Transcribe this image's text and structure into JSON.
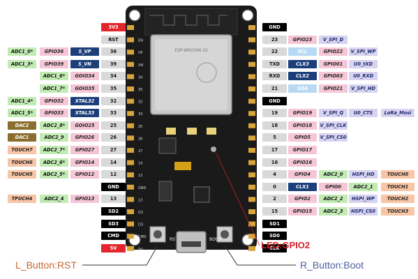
{
  "colors": {
    "power_red": "#e3262b",
    "ground_black": "#000000",
    "pin_gray": "#d9d9d9",
    "gpio_pink": "#f5c6d6",
    "adc_green": "#c2ebb4",
    "touch_orange": "#f8c5a6",
    "spi_lav": "#d8d3f0",
    "dac_brown": "#8b6e2f",
    "pin_navy": "#1c3f7a",
    "blue_light": "#b9d9f2",
    "white": "#ffffff",
    "board_black": "#1a1a1a",
    "led_red": "#d61f26"
  },
  "left_rows": [
    {
      "pin": "3V3",
      "pin_style": "power",
      "labels": []
    },
    {
      "pin": "RST",
      "pin_style": "gray",
      "labels": []
    },
    {
      "pin": "36",
      "pin_style": "gray",
      "labels": [
        {
          "t": "ADC1_0*",
          "s": "adc"
        },
        {
          "t": "GPIO36",
          "s": "gpio"
        },
        {
          "t": "S_VP",
          "s": "navy"
        }
      ]
    },
    {
      "pin": "39",
      "pin_style": "gray",
      "labels": [
        {
          "t": "ADC1_3*",
          "s": "adc"
        },
        {
          "t": "GPIO39",
          "s": "gpio"
        },
        {
          "t": "S_VN",
          "s": "navy"
        }
      ]
    },
    {
      "pin": "34",
      "pin_style": "gray",
      "labels": [
        {
          "t": "ADC1_6*",
          "s": "adc"
        },
        {
          "t": "GOIO34",
          "s": "gpio"
        }
      ]
    },
    {
      "pin": "35",
      "pin_style": "gray",
      "labels": [
        {
          "t": "ADC1_7*",
          "s": "adc"
        },
        {
          "t": "GOIO35",
          "s": "gpio"
        }
      ]
    },
    {
      "pin": "32",
      "pin_style": "gray",
      "labels": [
        {
          "t": "ADC1_4*",
          "s": "adc"
        },
        {
          "t": "GPIO32",
          "s": "gpio"
        },
        {
          "t": "XTAL32",
          "s": "navy"
        }
      ]
    },
    {
      "pin": "33",
      "pin_style": "gray",
      "labels": [
        {
          "t": "ADC1_5*",
          "s": "adc"
        },
        {
          "t": "GPIO33",
          "s": "gpio"
        },
        {
          "t": "XTAL33",
          "s": "navy"
        }
      ]
    },
    {
      "pin": "25",
      "pin_style": "gray",
      "labels": [
        {
          "t": "DAC2",
          "s": "dac"
        },
        {
          "t": "ADC2_8*",
          "s": "adc"
        },
        {
          "t": "GOIO25",
          "s": "gpio"
        }
      ]
    },
    {
      "pin": "26",
      "pin_style": "gray",
      "labels": [
        {
          "t": "DAC1",
          "s": "dac"
        },
        {
          "t": "ADC2_9",
          "s": "adc"
        },
        {
          "t": "GPIO26",
          "s": "gpio"
        }
      ]
    },
    {
      "pin": "27",
      "pin_style": "gray",
      "labels": [
        {
          "t": "TOUCH7",
          "s": "touch"
        },
        {
          "t": "ADC2_7*",
          "s": "adc"
        },
        {
          "t": "GPIO27",
          "s": "gpio"
        }
      ]
    },
    {
      "pin": "14",
      "pin_style": "gray",
      "labels": [
        {
          "t": "TOUCH6",
          "s": "touch"
        },
        {
          "t": "ADC2_6*",
          "s": "adc"
        },
        {
          "t": "GPIO14",
          "s": "gpio"
        }
      ]
    },
    {
      "pin": "12",
      "pin_style": "gray",
      "labels": [
        {
          "t": "TOUCH5",
          "s": "touch"
        },
        {
          "t": "ADC2_5*",
          "s": "adc"
        },
        {
          "t": "GPIO12",
          "s": "gpio"
        }
      ]
    },
    {
      "pin": "GND",
      "pin_style": "ground",
      "labels": []
    },
    {
      "pin": "13",
      "pin_style": "gray",
      "labels": [
        {
          "t": "TPUCH4",
          "s": "touch"
        },
        {
          "t": "ADC2_4",
          "s": "adc"
        },
        {
          "t": "GPIO13",
          "s": "gpio"
        }
      ]
    },
    {
      "pin": "SD2",
      "pin_style": "ground",
      "labels": []
    },
    {
      "pin": "SD3",
      "pin_style": "ground",
      "labels": []
    },
    {
      "pin": "CMD",
      "pin_style": "ground",
      "labels": []
    },
    {
      "pin": "5V",
      "pin_style": "power",
      "labels": []
    }
  ],
  "right_rows": [
    {
      "pin": "GND",
      "pin_style": "ground",
      "labels": []
    },
    {
      "pin": "23",
      "pin_style": "gray",
      "labels": [
        {
          "t": "GPIO23",
          "s": "gpio"
        },
        {
          "t": "V_SPI_D",
          "s": "spi"
        }
      ]
    },
    {
      "pin": "22",
      "pin_style": "gray",
      "labels": [
        {
          "t": "SCL",
          "s": "bluelight"
        },
        {
          "t": "GPIO22",
          "s": "gpio"
        },
        {
          "t": "V_SPI_WP",
          "s": "spi"
        }
      ]
    },
    {
      "pin": "TXD",
      "pin_style": "gray",
      "labels": [
        {
          "t": "CLX3",
          "s": "navy"
        },
        {
          "t": "GPIO01",
          "s": "gpio"
        },
        {
          "t": "U0_tXD",
          "s": "spi"
        }
      ]
    },
    {
      "pin": "RXD",
      "pin_style": "gray",
      "labels": [
        {
          "t": "CLX2",
          "s": "navy"
        },
        {
          "t": "GPIO03",
          "s": "gpio"
        },
        {
          "t": "U0_RXD",
          "s": "spi"
        }
      ]
    },
    {
      "pin": "21",
      "pin_style": "gray",
      "labels": [
        {
          "t": "SDA",
          "s": "bluelight"
        },
        {
          "t": "GPIO21",
          "s": "gpio"
        },
        {
          "t": "V_SPI_HD",
          "s": "spi"
        }
      ]
    },
    {
      "pin": "GND",
      "pin_style": "ground",
      "labels": []
    },
    {
      "pin": "19",
      "pin_style": "gray",
      "labels": [
        {
          "t": "GPIO19",
          "s": "gpio"
        },
        {
          "t": "V_SPI_Q",
          "s": "spi"
        },
        {
          "t": "U0_CTS",
          "s": "spi"
        },
        {
          "t": "LoRa_Mosi",
          "s": "spi"
        }
      ]
    },
    {
      "pin": "18",
      "pin_style": "gray",
      "labels": [
        {
          "t": "GPIO18",
          "s": "gpio"
        },
        {
          "t": "V_SPI_CLK",
          "s": "spi"
        }
      ]
    },
    {
      "pin": "5",
      "pin_style": "gray",
      "labels": [
        {
          "t": "GPIO5",
          "s": "gpio"
        },
        {
          "t": "V_SPI_CS0",
          "s": "spi"
        }
      ]
    },
    {
      "pin": "17",
      "pin_style": "gray",
      "labels": [
        {
          "t": "GPIO17",
          "s": "gpio"
        }
      ]
    },
    {
      "pin": "16",
      "pin_style": "gray",
      "labels": [
        {
          "t": "GPIO16",
          "s": "gpio"
        }
      ]
    },
    {
      "pin": "4",
      "pin_style": "gray",
      "labels": [
        {
          "t": "GPIO4",
          "s": "gpio"
        },
        {
          "t": "ADC2_0",
          "s": "adc"
        },
        {
          "t": "HSPI_HD",
          "s": "spi"
        },
        {
          "t": "TOUCH0",
          "s": "touch"
        }
      ]
    },
    {
      "pin": "0",
      "pin_style": "gray",
      "labels": [
        {
          "t": "CLX1",
          "s": "navy"
        },
        {
          "t": "GPIO0",
          "s": "gpio"
        },
        {
          "t": "ADC2_1",
          "s": "adc"
        },
        {
          "t": "TOUCH1",
          "s": "touch"
        }
      ]
    },
    {
      "pin": "2",
      "pin_style": "gray",
      "labels": [
        {
          "t": "GPIO2",
          "s": "gpio"
        },
        {
          "t": "ADC2_2",
          "s": "adc"
        },
        {
          "t": "HSPI_WP",
          "s": "spi"
        },
        {
          "t": "TOUCH2",
          "s": "touch"
        }
      ]
    },
    {
      "pin": "15",
      "pin_style": "gray",
      "labels": [
        {
          "t": "GPIO15",
          "s": "gpio"
        },
        {
          "t": "ADC2_3",
          "s": "adc"
        },
        {
          "t": "HSPI_CS0",
          "s": "spi"
        },
        {
          "t": "TOUCH3",
          "s": "touch"
        }
      ]
    },
    {
      "pin": "SD1",
      "pin_style": "ground",
      "labels": []
    },
    {
      "pin": "SD0",
      "pin_style": "ground",
      "labels": []
    },
    {
      "pin": "CLK",
      "pin_style": "ground",
      "labels": []
    }
  ],
  "board": {
    "module_marking": "ESP-WROOM-32",
    "button_left": "RST",
    "button_right": "BOOT"
  },
  "annotations": {
    "led": "LED:GPIO2",
    "left_button": "L_Button:RST",
    "right_button": "R_Button:Boot"
  }
}
